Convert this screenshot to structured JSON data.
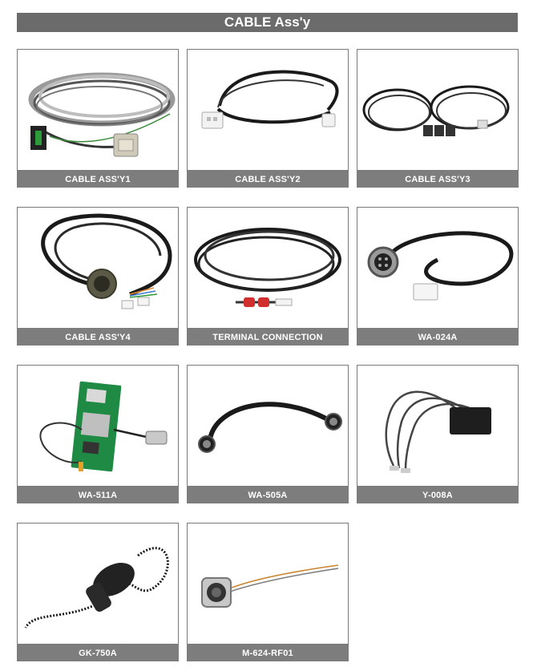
{
  "page": {
    "title": "CABLE Ass'y"
  },
  "products": [
    {
      "label": "CABLE ASS'Y1",
      "icon": "coiled-shielded-cable-with-connectors-icon"
    },
    {
      "label": "CABLE ASS'Y2",
      "icon": "black-cable-with-white-connectors-icon"
    },
    {
      "label": "CABLE ASS'Y3",
      "icon": "two-black-cables-with-connectors-icon"
    },
    {
      "label": "CABLE ASS'Y4",
      "icon": "cable-with-circular-connector-icon"
    },
    {
      "label": "TERMINAL CONNECTION",
      "icon": "cable-with-red-terminals-icon"
    },
    {
      "label": "WA-024A",
      "icon": "cable-with-round-and-white-connector-icon"
    },
    {
      "label": "WA-511A",
      "icon": "circuit-board-with-coax-cable-icon"
    },
    {
      "label": "WA-505A",
      "icon": "cable-with-two-round-connectors-icon"
    },
    {
      "label": "Y-008A",
      "icon": "black-module-with-three-wires-icon"
    },
    {
      "label": "GK-750A",
      "icon": "speaker-microphone-coiled-cord-icon"
    },
    {
      "label": "M-624-RF01",
      "icon": "metal-panel-connector-with-wires-icon"
    }
  ]
}
